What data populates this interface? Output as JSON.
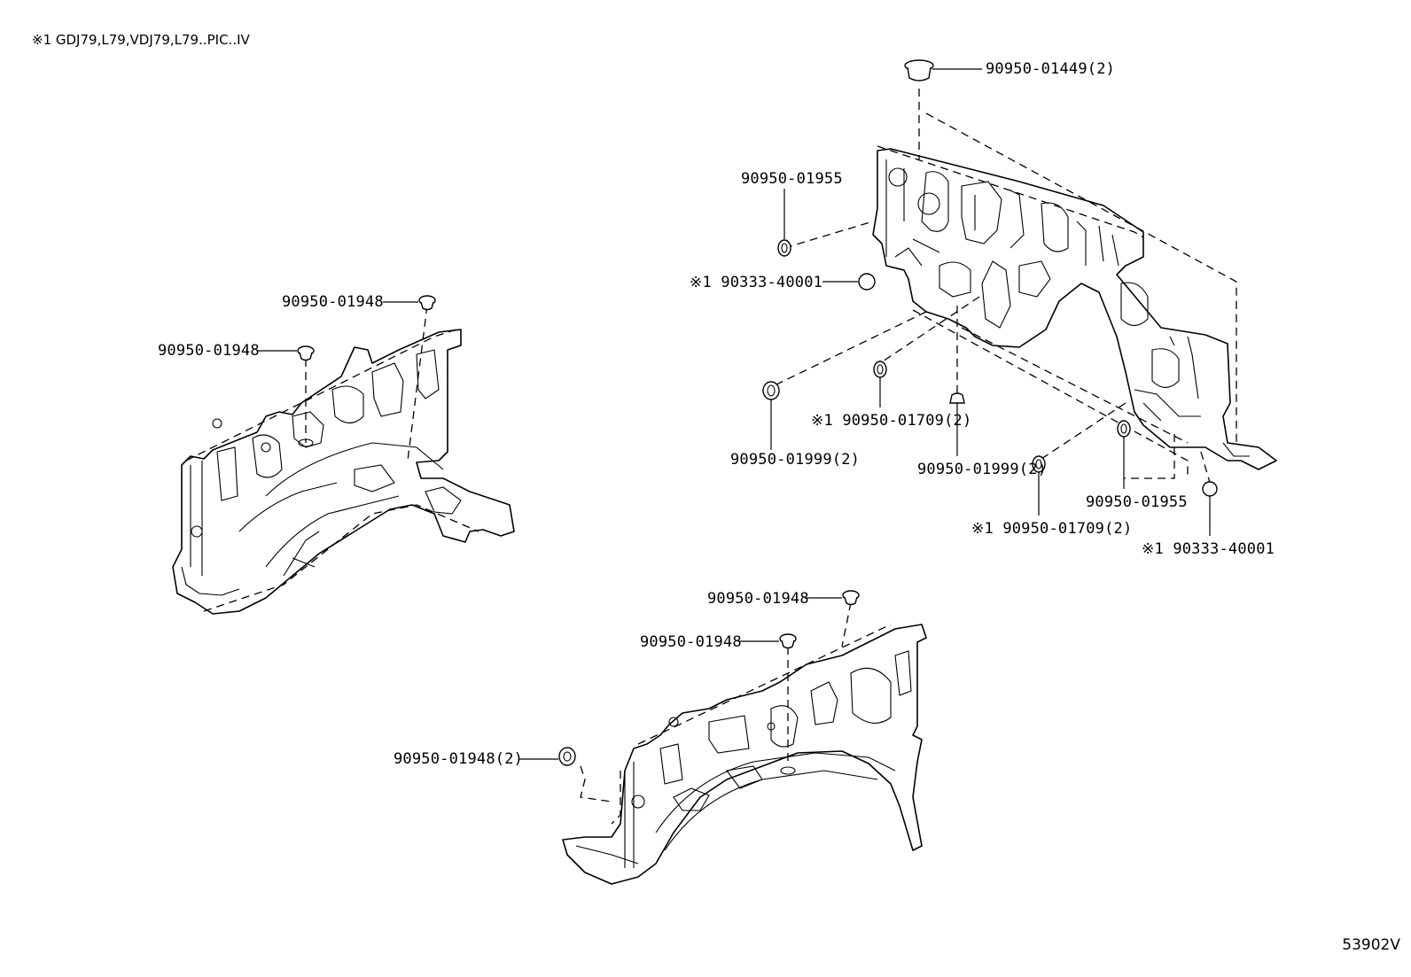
{
  "header_note": "※1 GDJ79,L79,VDJ79,L79..PIC..IV",
  "figure_number": "53902V",
  "callouts": {
    "top_grommet": "90950-01449(2)",
    "plug_upper_left": "90950-01955",
    "plug_mark_left": "※1 90333-40001",
    "plug_lower_left": "90950-01999(2)",
    "plug_mid_marked": "※1 90950-01709(2)",
    "plug_mid": "90950-01999(2)",
    "plug_lower_mid_marked": "※1 90950-01709(2)",
    "plug_right": "90950-01955",
    "plug_mark_right": "※1 90333-40001",
    "lh_apron_upper": "90950-01948",
    "lh_apron_lower": "90950-01948",
    "rh_apron_upper": "90950-01948",
    "rh_apron_middle": "90950-01948",
    "rh_apron_front": "90950-01948(2)"
  }
}
